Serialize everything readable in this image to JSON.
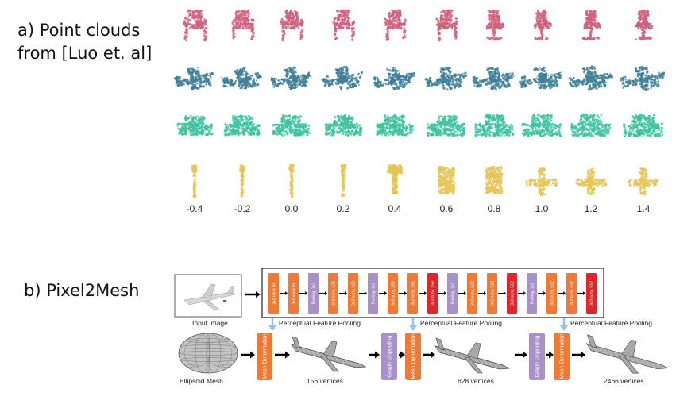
{
  "part_a": {
    "title_line1": "a) Point clouds",
    "title_line2": "from [Luo et. al]",
    "values": [
      "-0.4",
      "-0.2",
      "0.0",
      "0.2",
      "0.4",
      "0.6",
      "0.8",
      "1.0",
      "1.2",
      "1.4"
    ],
    "rows": [
      {
        "object": "chair",
        "color": "#d0627f"
      },
      {
        "object": "airplane",
        "color": "#3f7f98"
      },
      {
        "object": "car",
        "color": "#3fc2a0"
      },
      {
        "object": "lamp-to-airplane",
        "color": "#e6c555"
      }
    ]
  },
  "part_b": {
    "title": "b) Pixel2Mesh",
    "input_image_label": "Input Image",
    "ellipsoid_label": "Ellipsoid Mesh",
    "pooling_label": "Perceptual Feature Pooling",
    "layers": [
      "3x3 conv, 64",
      "3x3 conv, 64",
      "Pooling, 2x2",
      "3x3 conv, 128",
      "3x3 conv, 128",
      "Pooling, 2x2",
      "3x3 conv, 256",
      "3x3 conv, 256",
      "3x3 conv, 256",
      "Pooling, 2x2",
      "3x3 conv, 512",
      "3x3 conv, 512",
      "3x3 conv, 512",
      "Pooling, 2x2",
      "3x3 conv, 512",
      "3x3 conv, 512",
      "3x3 conv, 512"
    ],
    "layer_kinds": [
      "conv",
      "conv",
      "pool",
      "conv",
      "conv",
      "pool",
      "conv",
      "conv",
      "red",
      "pool",
      "conv",
      "conv",
      "red",
      "pool",
      "conv",
      "conv",
      "red"
    ],
    "mesh_deformation": "Mesh Deformation",
    "graph_unpooling": "Graph Unpooling",
    "vertices": [
      "156 vertices",
      "628 vertices",
      "2466 vertices"
    ],
    "colors": {
      "conv": "#ee7a36",
      "pool": "#a990c8",
      "red": "#e0262b",
      "arrow_blue": "#9cc0e0"
    }
  }
}
